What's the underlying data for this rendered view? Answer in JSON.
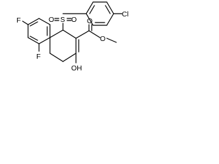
{
  "molecule": {
    "atoms": {
      "fluorine_top": "F",
      "fluorine_bottom": "F",
      "sulfur": "S",
      "oxygen_sulfonyl_left": "O",
      "oxygen_sulfonyl_right": "O",
      "chlorine": "Cl",
      "oxygen_carbonyl": "O",
      "oxygen_ester": "O",
      "hydroxyl": "OH"
    }
  }
}
